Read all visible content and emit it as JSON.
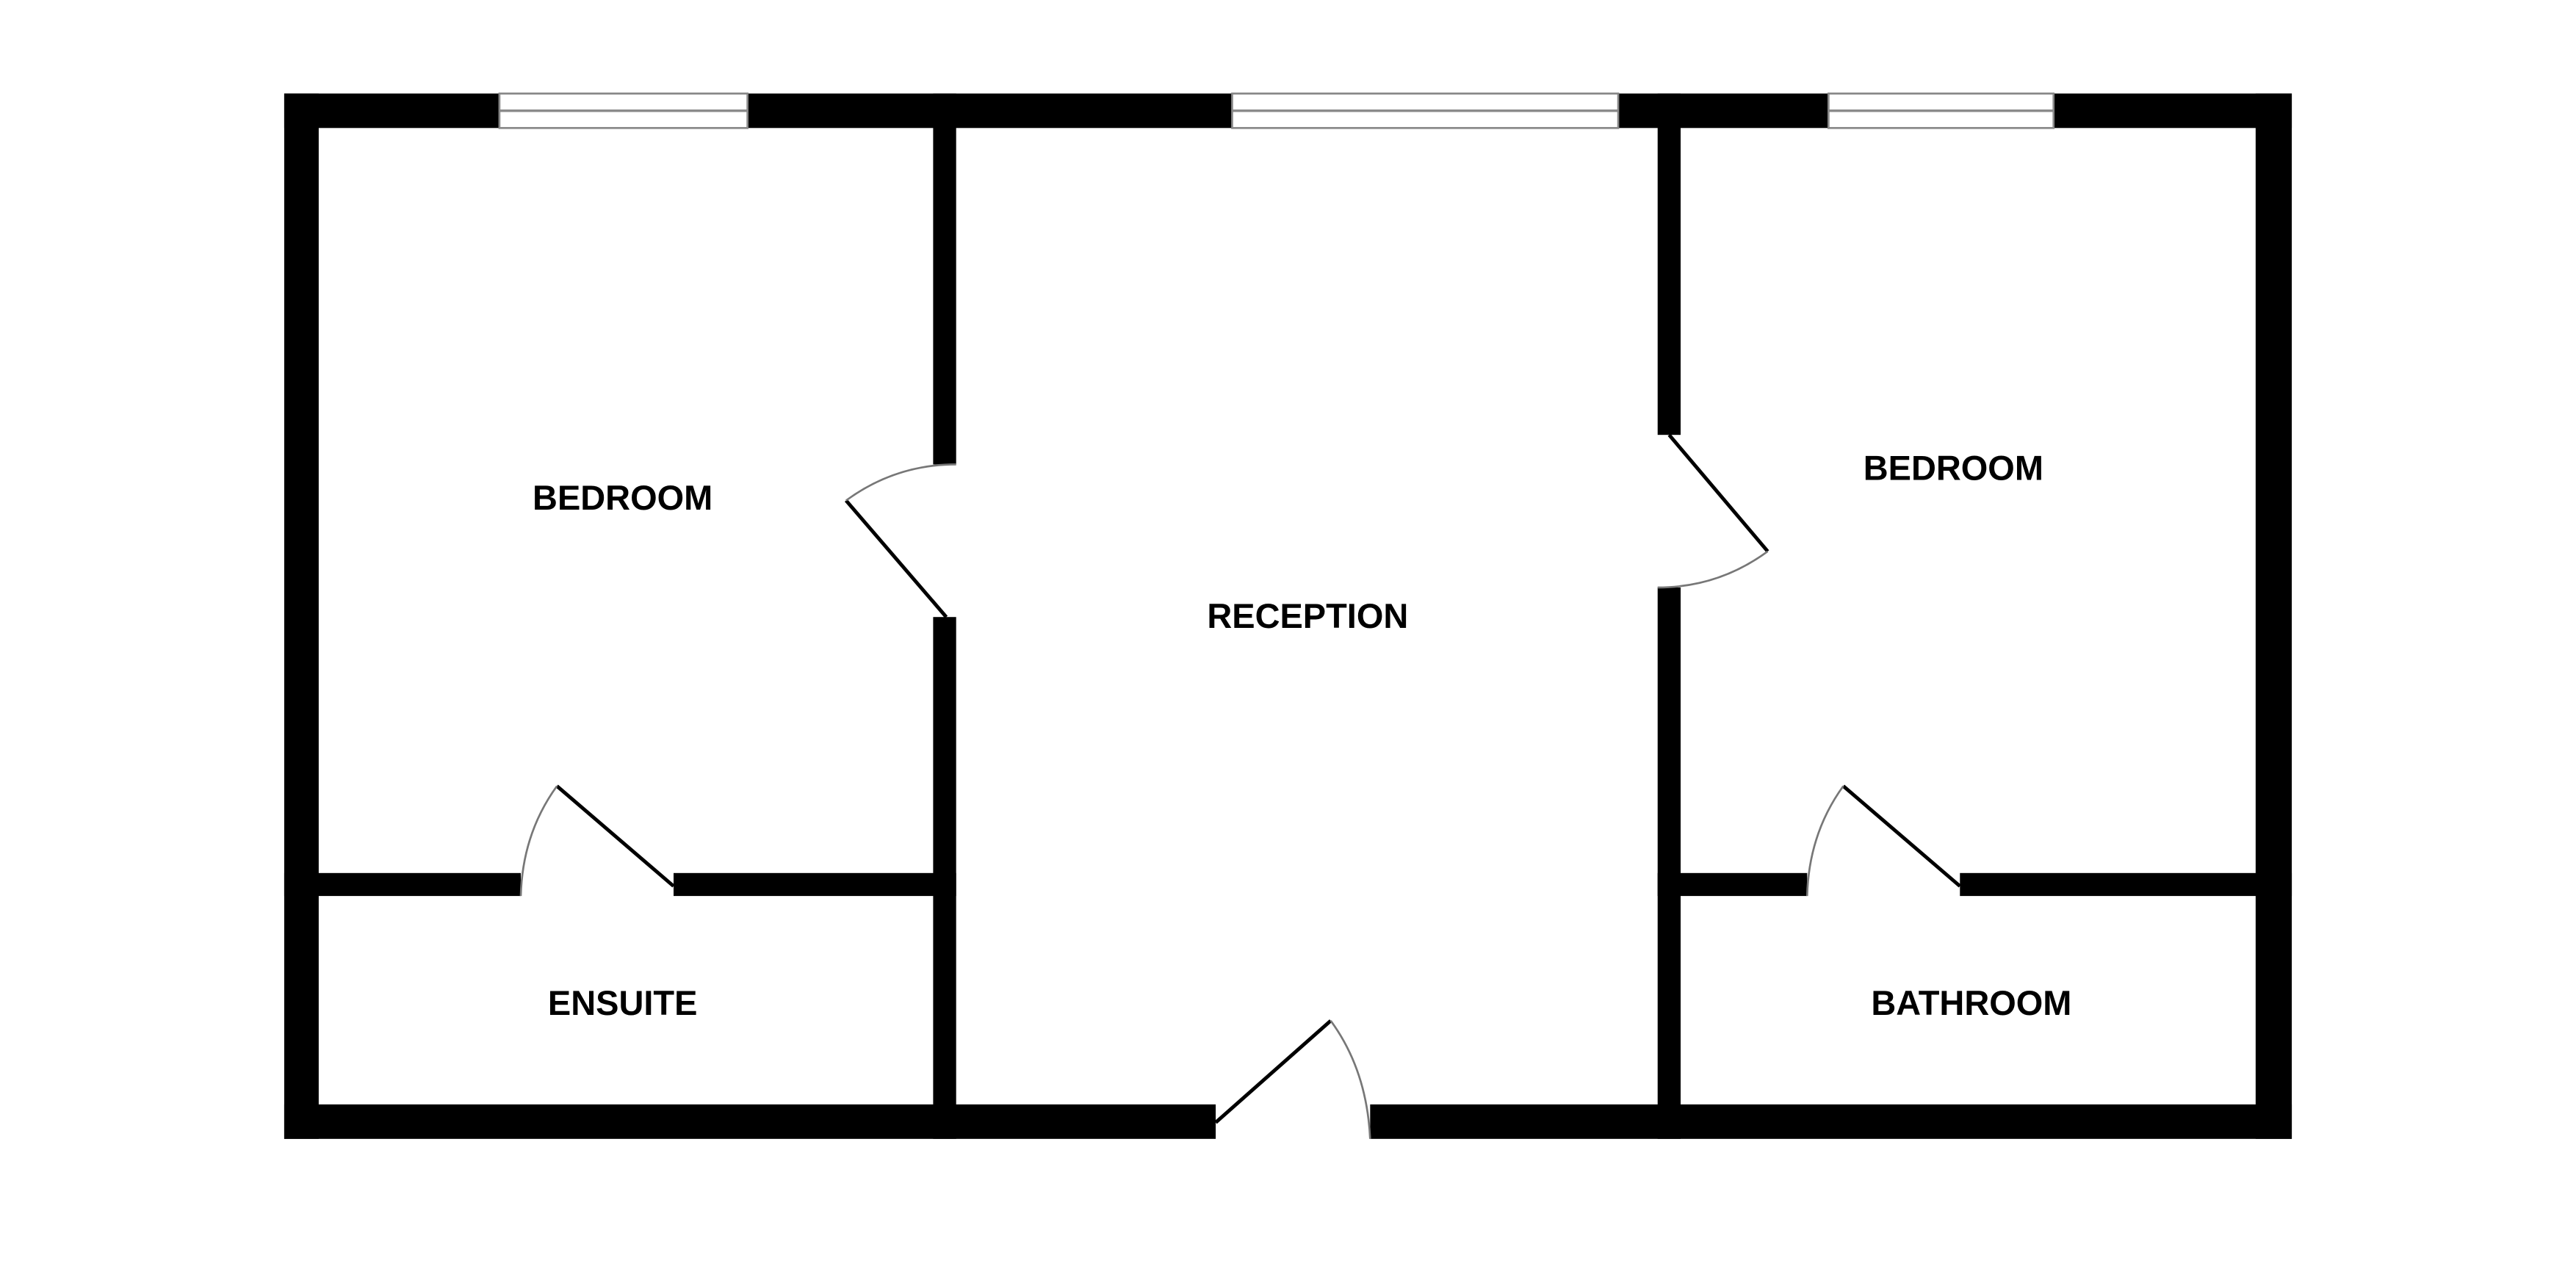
{
  "floorplan": {
    "rooms": {
      "bedroom_left": "BEDROOM",
      "reception": "RECEPTION",
      "bedroom_right": "BEDROOM",
      "ensuite": "ENSUITE",
      "bathroom": "BATHROOM"
    }
  }
}
